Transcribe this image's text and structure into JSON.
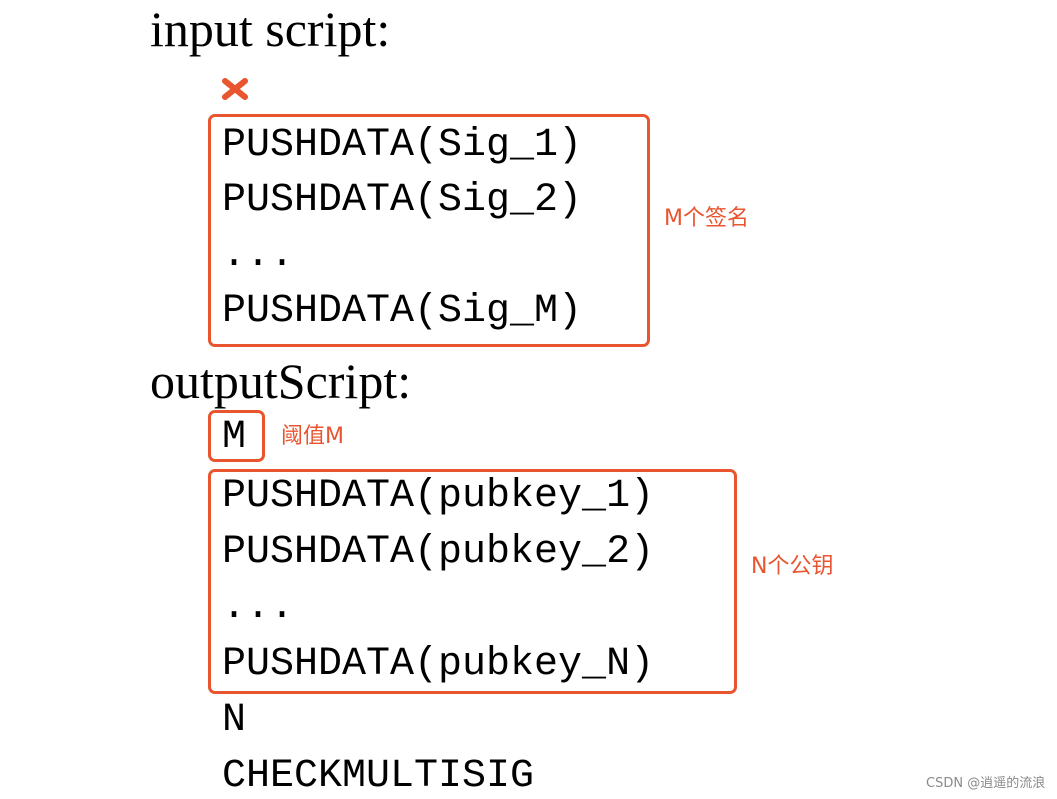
{
  "colors": {
    "accent": "#e8552f",
    "text": "#000000",
    "watermark": "#8a8a8a"
  },
  "input_script": {
    "heading": "input script:",
    "mark_icon": "cross-icon",
    "lines": [
      "PUSHDATA(Sig_1)",
      "PUSHDATA(Sig_2)",
      "...",
      "PUSHDATA(Sig_M)"
    ],
    "signatures_note": "M个签名"
  },
  "output_script": {
    "heading": "outputScript:",
    "threshold": "M",
    "threshold_note": "阈值M",
    "pubkey_lines": [
      "PUSHDATA(pubkey_1)",
      "PUSHDATA(pubkey_2)",
      "...",
      "PUSHDATA(pubkey_N)"
    ],
    "pubkeys_note": "N个公钥",
    "n_line": "N",
    "op_line": "CHECKMULTISIG"
  },
  "watermark": "CSDN @逍遥的流浪"
}
